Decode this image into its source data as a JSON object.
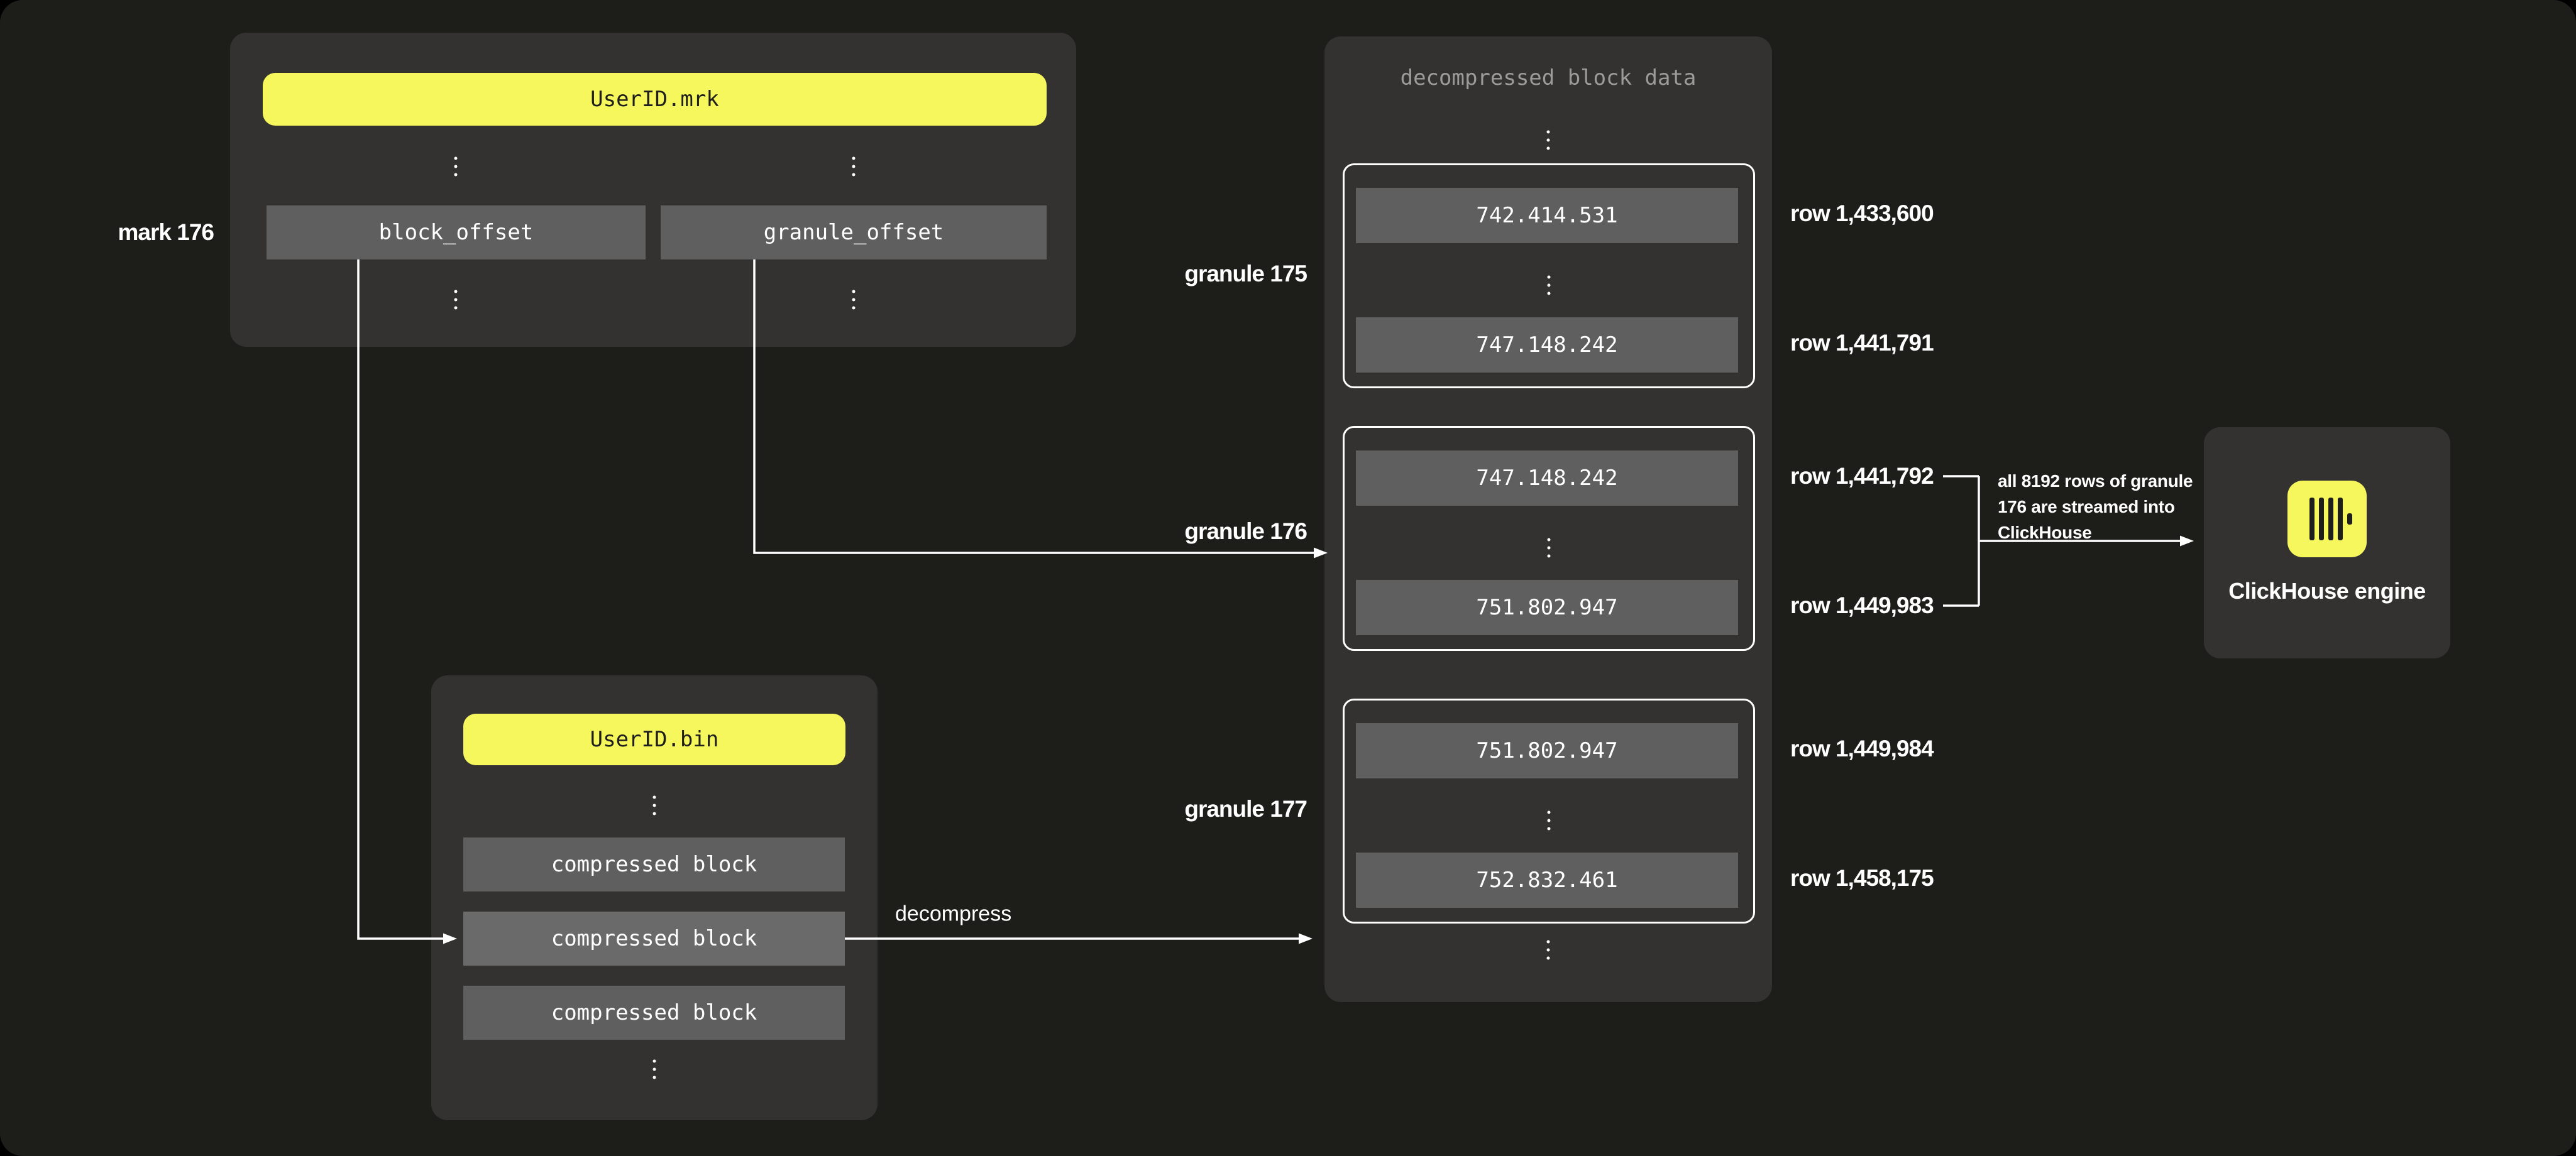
{
  "colors": {
    "background": "#1d1d19",
    "panel": "#333231",
    "box_gray": "#5F5F5F",
    "box_gray_highlight": "#6A6A6A",
    "accent_yellow": "#F6F75C",
    "line_white": "#FFFFFF",
    "muted_text": "#9B9B99",
    "dark_text": "#1E1E1C"
  },
  "icons": {
    "ellipsis": "vertical-ellipsis-icon",
    "engine_logo": "clickhouse-logo-icon"
  },
  "mrk_file": {
    "title": "UserID.mrk",
    "mark_label": "mark 176",
    "fields": [
      "block_offset",
      "granule_offset"
    ]
  },
  "bin_file": {
    "title": "UserID.bin",
    "blocks": [
      "compressed block",
      "compressed block",
      "compressed block"
    ]
  },
  "decompress_label": "decompress",
  "decompressed": {
    "title": "decompressed block data",
    "granules": [
      {
        "label": "granule 175",
        "values": {
          "first": "742.414.531",
          "last": "747.148.242"
        },
        "rows": {
          "first": "row 1,433,600",
          "last": "row 1,441,791"
        }
      },
      {
        "label": "granule 176",
        "values": {
          "first": "747.148.242",
          "last": "751.802.947"
        },
        "rows": {
          "first": "row 1,441,792",
          "last": "row 1,449,983"
        }
      },
      {
        "label": "granule 177",
        "values": {
          "first": "751.802.947",
          "last": "752.832.461"
        },
        "rows": {
          "first": "row 1,449,984",
          "last": "row 1,458,175"
        }
      }
    ]
  },
  "annotation": {
    "lines": [
      "all 8192 rows of granule",
      "176 are streamed into",
      "ClickHouse"
    ]
  },
  "engine": {
    "label": "ClickHouse engine"
  }
}
